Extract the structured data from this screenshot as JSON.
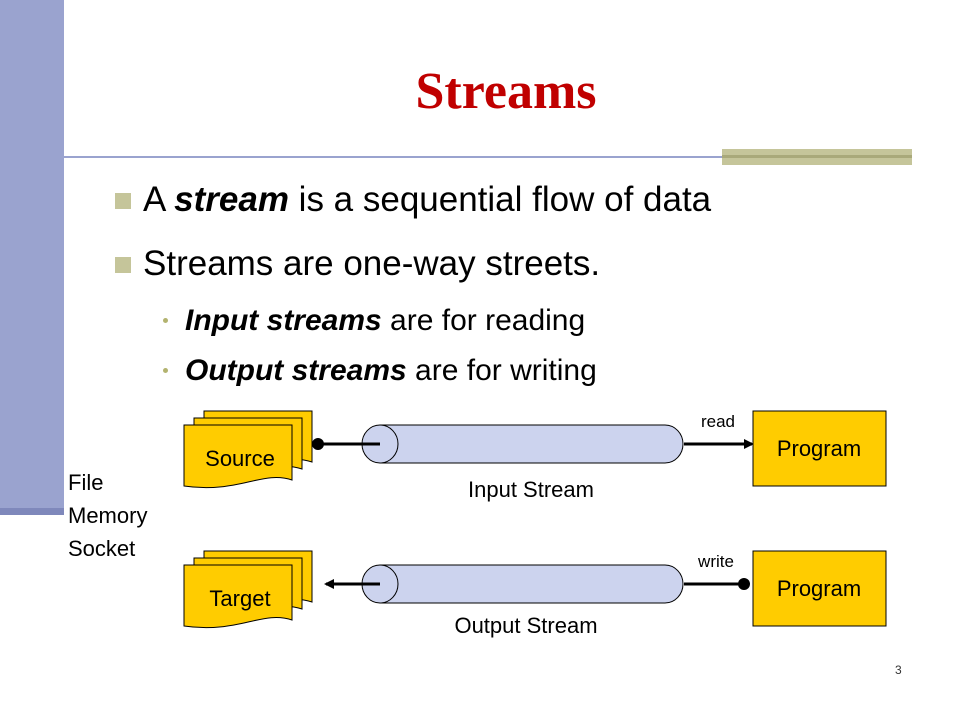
{
  "slide": {
    "title": "Streams",
    "bullets": [
      {
        "prefix": "A ",
        "emphasis": "stream",
        "suffix": " is a sequential flow of data"
      },
      {
        "prefix": "Streams are one-way streets.",
        "emphasis": "",
        "suffix": ""
      }
    ],
    "sub_bullets": [
      {
        "emphasis": "Input streams",
        "suffix": " are for reading"
      },
      {
        "emphasis": "Output streams",
        "suffix": " are for writing"
      }
    ],
    "page_number": "3"
  },
  "diagram": {
    "source_label": "Source",
    "target_label": "Target",
    "program_top_label": "Program",
    "program_bottom_label": "Program",
    "read_label": "read",
    "write_label": "write",
    "input_stream_label": "Input Stream",
    "output_stream_label": "Output Stream",
    "endpoint_kinds": [
      "File",
      "Memory",
      "Socket"
    ],
    "colors": {
      "document_fill": "#ffcc00",
      "program_fill": "#ffcc00",
      "pipe_fill": "#ccd3ee",
      "title_color": "#c00000",
      "accent_bar": "#9aa3cf"
    }
  }
}
